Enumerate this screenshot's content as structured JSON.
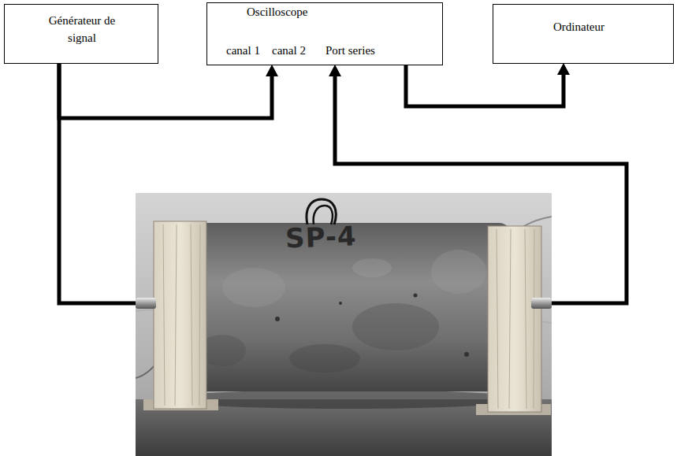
{
  "diagram": {
    "nodes": [
      {
        "text": [
          "Générateur de signal"
        ]
      },
      {
        "text": [
          "Oscilloscope",
          "canal 1",
          "canal 2",
          "Port series"
        ]
      },
      {
        "text": [
          "Ordinateur"
        ]
      },
      {
        "text": [
          "SP-4"
        ]
      }
    ],
    "edges": [
      {
        "from": 0,
        "to": 1,
        "arrow": "to"
      },
      {
        "from": 0,
        "to": 3,
        "arrow": "none"
      },
      {
        "from": 3,
        "to": 1,
        "arrow": "to"
      },
      {
        "from": 1,
        "to": 2,
        "arrow": "to"
      }
    ]
  }
}
